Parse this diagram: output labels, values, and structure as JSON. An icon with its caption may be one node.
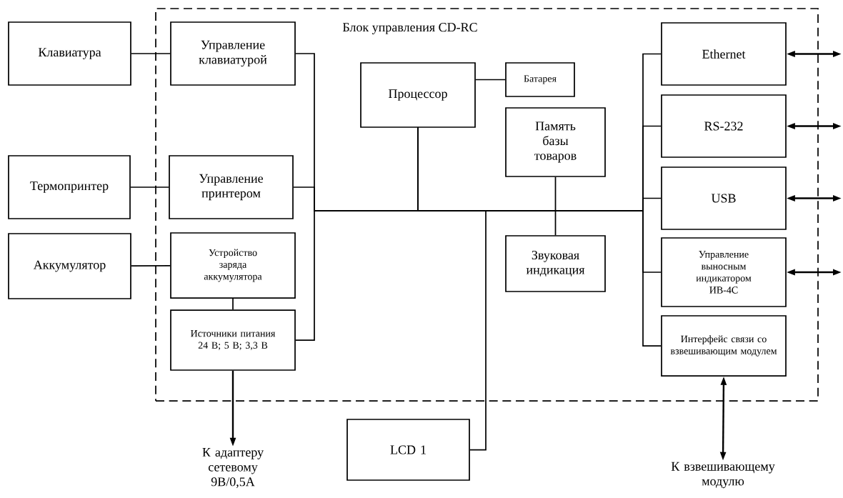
{
  "diagram": {
    "nodes": [
      {
        "text": [
          "Блок управления CD-RC"
        ]
      },
      {
        "text": [
          "Клавиатура"
        ]
      },
      {
        "text": [
          "Управление клавиатурой"
        ],
        "in": 0
      },
      {
        "text": [
          "Процессор"
        ],
        "in": 0
      },
      {
        "text": [
          "Батарея"
        ],
        "in": 0
      },
      {
        "text": [
          "Ethernet"
        ],
        "in": 0
      },
      {
        "text": [
          "Термопринтер"
        ]
      },
      {
        "text": [
          "Управление принтером"
        ],
        "in": 0
      },
      {
        "text": [
          "Память базы товаров"
        ],
        "in": 0
      },
      {
        "text": [
          "RS-232"
        ],
        "in": 0
      },
      {
        "text": [
          "USB"
        ],
        "in": 0
      },
      {
        "text": [
          "Аккумулятор"
        ]
      },
      {
        "text": [
          "Устройство заряда аккумулятора"
        ],
        "in": 0
      },
      {
        "text": [
          "Звуковая индикация"
        ],
        "in": 0
      },
      {
        "text": [
          "Управление выносным индикатором ИВ-4С"
        ],
        "in": 0
      },
      {
        "text": [
          "Источники питания 24 В; 5 В; 3,3 В"
        ],
        "in": 0
      },
      {
        "text": [
          "Интерфейс связи со взвешивающим модулем"
        ],
        "in": 0
      },
      {
        "text": [
          "LCD 1"
        ]
      },
      {
        "text": [
          "К адаптеру сетевому 9В/0,5А"
        ]
      },
      {
        "text": [
          "К взвешивающему модулю"
        ]
      }
    ],
    "edges": [
      {
        "from": 1,
        "to": 2,
        "arrow": "none"
      },
      {
        "from": 6,
        "to": 7,
        "arrow": "none"
      },
      {
        "from": 11,
        "to": 12,
        "arrow": "none"
      },
      {
        "from": 12,
        "to": 15,
        "arrow": "none"
      },
      {
        "from": 3,
        "to": 4,
        "arrow": "none"
      },
      {
        "from": 3,
        "to": 2,
        "arrow": "none"
      },
      {
        "from": 3,
        "to": 7,
        "arrow": "none"
      },
      {
        "from": 3,
        "to": 15,
        "arrow": "none"
      },
      {
        "from": 3,
        "to": 8,
        "arrow": "none"
      },
      {
        "from": 3,
        "to": 13,
        "arrow": "none"
      },
      {
        "from": 3,
        "to": 17,
        "arrow": "none"
      },
      {
        "from": 3,
        "to": 5,
        "arrow": "none"
      },
      {
        "from": 3,
        "to": 9,
        "arrow": "none"
      },
      {
        "from": 3,
        "to": 10,
        "arrow": "none"
      },
      {
        "from": 3,
        "to": 14,
        "arrow": "none"
      },
      {
        "from": 3,
        "to": 16,
        "arrow": "none"
      },
      {
        "from": 15,
        "to": 18,
        "arrow": "to"
      },
      {
        "from": 16,
        "to": 19,
        "arrow": "both"
      },
      {
        "from": 5,
        "to": null,
        "arrow": "both"
      },
      {
        "from": 9,
        "to": null,
        "arrow": "both"
      },
      {
        "from": 10,
        "to": null,
        "arrow": "both"
      },
      {
        "from": 14,
        "to": null,
        "arrow": "both"
      }
    ]
  }
}
